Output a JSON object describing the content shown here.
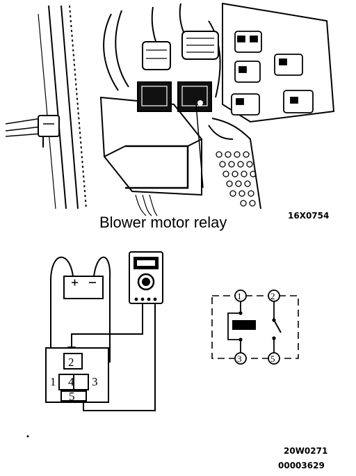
{
  "photo": {
    "caption": "Blower motor relay",
    "code": "16X0754"
  },
  "test_diagram": {
    "code": "20W0271",
    "doc_number": "00003629",
    "relay_pins": [
      "1",
      "2",
      "3",
      "4",
      "5"
    ],
    "schematic_pins": [
      "1",
      "2",
      "3",
      "5"
    ]
  }
}
